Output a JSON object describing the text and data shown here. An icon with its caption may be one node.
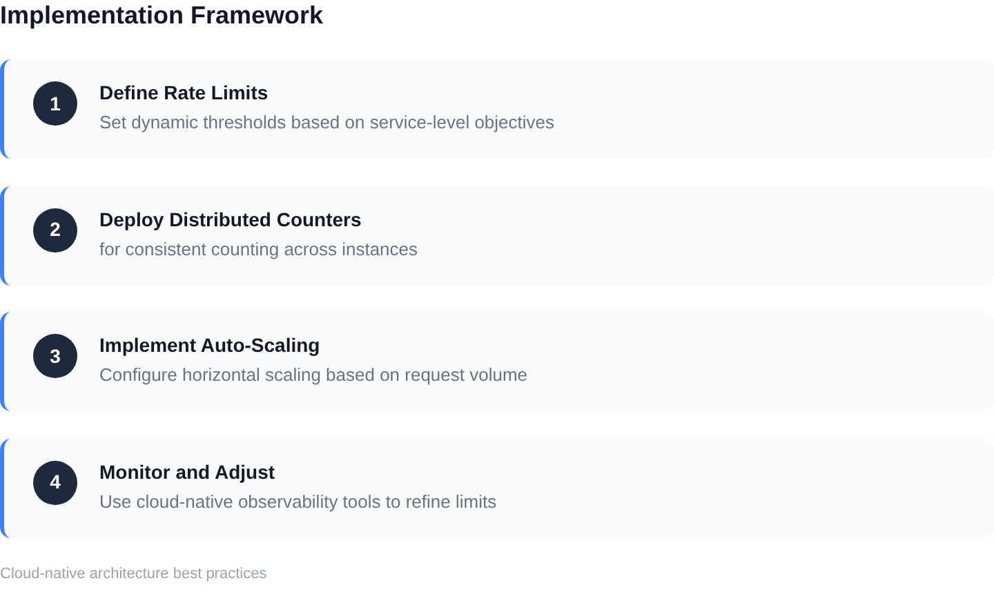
{
  "diagram": {
    "title": "Implementation Framework",
    "caption": "Cloud-native architecture best practices",
    "nodes": [
      {
        "text": [
          "Define Rate Limits",
          "Set dynamic thresholds based on service-level objectives"
        ]
      },
      {
        "text": [
          "1"
        ],
        "in": 0
      },
      {
        "text": [
          "Deploy Distributed Counters",
          "for consistent counting across instances"
        ]
      },
      {
        "text": [
          "2"
        ],
        "in": 2
      },
      {
        "text": [
          "Implement Auto-Scaling",
          "Configure horizontal scaling based on request volume"
        ]
      },
      {
        "text": [
          "3"
        ],
        "in": 4
      },
      {
        "text": [
          "Monitor and Adjust",
          "Use cloud-native observability tools to refine limits"
        ]
      },
      {
        "text": [
          "4"
        ],
        "in": 6
      }
    ]
  }
}
